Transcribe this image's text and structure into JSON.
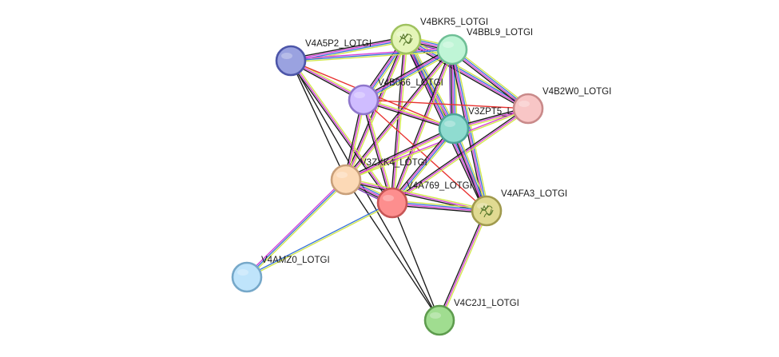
{
  "network": {
    "nodes": [
      {
        "id": "V4BKR5",
        "label": "V4BKR5_LOTGI",
        "color": "#e4f5b8",
        "border": "#9fc25f",
        "structure": true
      },
      {
        "id": "V4BBL9",
        "label": "V4BBL9_LOTGI",
        "color": "#bff5d6",
        "border": "#6fbf96",
        "structure": false
      },
      {
        "id": "V4A5P2",
        "label": "V4A5P2_LOTGI",
        "color": "#9aa2e0",
        "border": "#4c55a8",
        "structure": false
      },
      {
        "id": "V4B066",
        "label": "V4B066_LOTGI",
        "color": "#cfbcff",
        "border": "#8e76cc",
        "structure": false
      },
      {
        "id": "V4B2W0",
        "label": "V4B2W0_LOTGI",
        "color": "#f8c6c6",
        "border": "#c98a8a",
        "structure": false
      },
      {
        "id": "V3ZPT5",
        "label": "V3ZPT5_L",
        "color": "#8fdcd0",
        "border": "#4da598",
        "structure": false
      },
      {
        "id": "V3ZXK4",
        "label": "V3ZXK4_LOTGI",
        "color": "#fcd9b6",
        "border": "#c9a07a",
        "structure": false
      },
      {
        "id": "V4A769",
        "label": "V4A769_LOTGI",
        "color": "#fd8e8e",
        "border": "#c75656",
        "structure": false
      },
      {
        "id": "V4AFA3",
        "label": "V4AFA3_LOTGI",
        "color": "#e0da92",
        "border": "#a09a4e",
        "structure": true
      },
      {
        "id": "V4AMZ0",
        "label": "V4AMZ0_LOTGI",
        "color": "#bfe4fb",
        "border": "#76a8c9",
        "structure": false
      },
      {
        "id": "V4C2J1",
        "label": "V4C2J1_LOTGI",
        "color": "#a0dd90",
        "border": "#5e9c4e",
        "structure": false
      }
    ],
    "edges": [
      {
        "source": "V4BKR5",
        "target": "V4BBL9",
        "colors": [
          "#d2e84b",
          "#3a74d8",
          "#d63fd6",
          "#1a1a1a",
          "#7f3fb7"
        ]
      },
      {
        "source": "V4BKR5",
        "target": "V4A5P2",
        "colors": [
          "#d2e84b",
          "#3a74d8",
          "#d63fd6",
          "#1a1a1a"
        ]
      },
      {
        "source": "V4BKR5",
        "target": "V4B066",
        "colors": [
          "#d2e84b",
          "#3a74d8",
          "#d63fd6",
          "#1a1a1a"
        ]
      },
      {
        "source": "V4BKR5",
        "target": "V4B2W0",
        "colors": [
          "#d2e84b",
          "#3a74d8",
          "#d63fd6",
          "#1a1a1a"
        ]
      },
      {
        "source": "V4BKR5",
        "target": "V3ZPT5",
        "colors": [
          "#d2e84b",
          "#3a74d8",
          "#d63fd6",
          "#1a1a1a",
          "#7f3fb7"
        ]
      },
      {
        "source": "V4BKR5",
        "target": "V3ZXK4",
        "colors": [
          "#d2e84b",
          "#d63fd6",
          "#1a1a1a"
        ]
      },
      {
        "source": "V4BKR5",
        "target": "V4A769",
        "colors": [
          "#d2e84b",
          "#d63fd6",
          "#1a1a1a"
        ]
      },
      {
        "source": "V4BKR5",
        "target": "V4AFA3",
        "colors": [
          "#d2e84b",
          "#3a74d8",
          "#d63fd6",
          "#1a1a1a"
        ]
      },
      {
        "source": "V4BBL9",
        "target": "V4A5P2",
        "colors": [
          "#d2e84b",
          "#3a74d8",
          "#d63fd6"
        ]
      },
      {
        "source": "V4BBL9",
        "target": "V4B066",
        "colors": [
          "#d2e84b",
          "#3a74d8",
          "#d63fd6",
          "#1a1a1a"
        ]
      },
      {
        "source": "V4BBL9",
        "target": "V4B2W0",
        "colors": [
          "#d2e84b",
          "#3a74d8",
          "#d63fd6",
          "#1a1a1a"
        ]
      },
      {
        "source": "V4BBL9",
        "target": "V3ZPT5",
        "colors": [
          "#d2e84b",
          "#3a74d8",
          "#d63fd6",
          "#1a1a1a",
          "#7f3fb7"
        ]
      },
      {
        "source": "V4BBL9",
        "target": "V3ZXK4",
        "colors": [
          "#d2e84b",
          "#d63fd6",
          "#1a1a1a"
        ]
      },
      {
        "source": "V4BBL9",
        "target": "V4A769",
        "colors": [
          "#d2e84b",
          "#d63fd6",
          "#1a1a1a"
        ]
      },
      {
        "source": "V4BBL9",
        "target": "V4AFA3",
        "colors": [
          "#d2e84b",
          "#3a74d8",
          "#d63fd6",
          "#1a1a1a"
        ]
      },
      {
        "source": "V4A5P2",
        "target": "V4B066",
        "colors": [
          "#d2e84b",
          "#d63fd6",
          "#1a1a1a"
        ]
      },
      {
        "source": "V4A5P2",
        "target": "V3ZPT5",
        "colors": [
          "#e8312f"
        ]
      },
      {
        "source": "V4A5P2",
        "target": "V3ZXK4",
        "colors": [
          "#1a1a1a"
        ]
      },
      {
        "source": "V4A5P2",
        "target": "V4A769",
        "colors": [
          "#d2e84b",
          "#d63fd6",
          "#1a1a1a"
        ]
      },
      {
        "source": "V4A5P2",
        "target": "V4C2J1",
        "colors": [
          "#1a1a1a"
        ]
      },
      {
        "source": "V4B066",
        "target": "V4B2W0",
        "colors": [
          "#e8312f"
        ]
      },
      {
        "source": "V4B066",
        "target": "V3ZPT5",
        "colors": [
          "#d2e84b",
          "#d63fd6",
          "#1a1a1a"
        ]
      },
      {
        "source": "V4B066",
        "target": "V3ZXK4",
        "colors": [
          "#d2e84b",
          "#d63fd6",
          "#1a1a1a"
        ]
      },
      {
        "source": "V4B066",
        "target": "V4A769",
        "colors": [
          "#d2e84b",
          "#d63fd6",
          "#1a1a1a"
        ]
      },
      {
        "source": "V4B066",
        "target": "V4AFA3",
        "colors": [
          "#e8312f"
        ]
      },
      {
        "source": "V4B2W0",
        "target": "V3ZPT5",
        "colors": [
          "#d2e84b",
          "#d63fd6",
          "#1a1a1a"
        ]
      },
      {
        "source": "V4B2W0",
        "target": "V3ZXK4",
        "colors": [
          "#d2e84b",
          "#d63fd6"
        ]
      },
      {
        "source": "V4B2W0",
        "target": "V4A769",
        "colors": [
          "#d2e84b",
          "#d63fd6",
          "#1a1a1a"
        ]
      },
      {
        "source": "V3ZPT5",
        "target": "V3ZXK4",
        "colors": [
          "#d2e84b",
          "#d63fd6",
          "#1a1a1a"
        ]
      },
      {
        "source": "V3ZPT5",
        "target": "V4A769",
        "colors": [
          "#d2e84b",
          "#3a74d8",
          "#d63fd6",
          "#1a1a1a"
        ]
      },
      {
        "source": "V3ZPT5",
        "target": "V4AFA3",
        "colors": [
          "#d2e84b",
          "#3a74d8",
          "#d63fd6",
          "#1a1a1a"
        ]
      },
      {
        "source": "V3ZXK4",
        "target": "V4A769",
        "colors": [
          "#d2e84b",
          "#3a74d8",
          "#d63fd6",
          "#1a1a1a",
          "#7f3fb7"
        ]
      },
      {
        "source": "V3ZXK4",
        "target": "V4AFA3",
        "colors": [
          "#d2e84b",
          "#d63fd6",
          "#1a1a1a"
        ]
      },
      {
        "source": "V3ZXK4",
        "target": "V4AMZ0",
        "colors": [
          "#d2e84b",
          "#3a74d8",
          "#d63fd6"
        ]
      },
      {
        "source": "V3ZXK4",
        "target": "V4C2J1",
        "colors": [
          "#1a1a1a"
        ]
      },
      {
        "source": "V4A769",
        "target": "V4AFA3",
        "colors": [
          "#d2e84b",
          "#3a74d8",
          "#d63fd6",
          "#1a1a1a"
        ]
      },
      {
        "source": "V4A769",
        "target": "V4AMZ0",
        "colors": [
          "#d2e84b",
          "#3a74d8"
        ]
      },
      {
        "source": "V4A769",
        "target": "V4C2J1",
        "colors": [
          "#1a1a1a"
        ]
      },
      {
        "source": "V4AFA3",
        "target": "V4C2J1",
        "colors": [
          "#d2e84b",
          "#d63fd6",
          "#1a1a1a"
        ]
      }
    ]
  }
}
